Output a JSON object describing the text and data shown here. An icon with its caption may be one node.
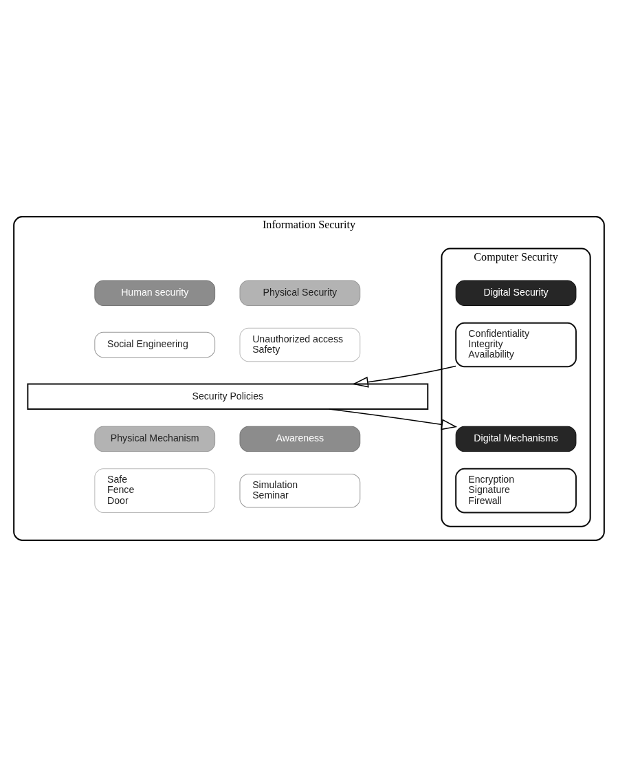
{
  "diagram": {
    "nodes": [
      {
        "text": [
          "Information Security"
        ]
      },
      {
        "text": [
          "Computer Security"
        ],
        "in": 0
      },
      {
        "text": [
          "Physical Security"
        ],
        "in": 0
      },
      {
        "text": [
          "Unauthorized access",
          "Safety"
        ],
        "in": 0
      },
      {
        "text": [
          "Digital Security"
        ],
        "in": 1
      },
      {
        "text": [
          "Confidentiality",
          "Integrity",
          "Availability"
        ],
        "in": 1
      },
      {
        "text": [
          "Human security"
        ],
        "in": 0
      },
      {
        "text": [
          "Social Engineering"
        ],
        "in": 0
      },
      {
        "text": [
          "Security Policies"
        ],
        "in": 0
      },
      {
        "text": [
          "Physical Mechanism"
        ],
        "in": 0
      },
      {
        "text": [
          "Safe",
          "Fence",
          "Door"
        ],
        "in": 0
      },
      {
        "text": [
          "Digital Mechanisms"
        ],
        "in": 1
      },
      {
        "text": [
          "Encryption",
          "Signature",
          "Firewall"
        ],
        "in": 1
      },
      {
        "text": [
          "Awareness"
        ],
        "in": 0
      },
      {
        "text": [
          "Simulation",
          "Seminar"
        ],
        "in": 0
      }
    ],
    "edges": [
      {
        "from": 5,
        "to": 8,
        "arrow": "to"
      },
      {
        "from": 8,
        "to": 11,
        "arrow": "to"
      }
    ]
  }
}
